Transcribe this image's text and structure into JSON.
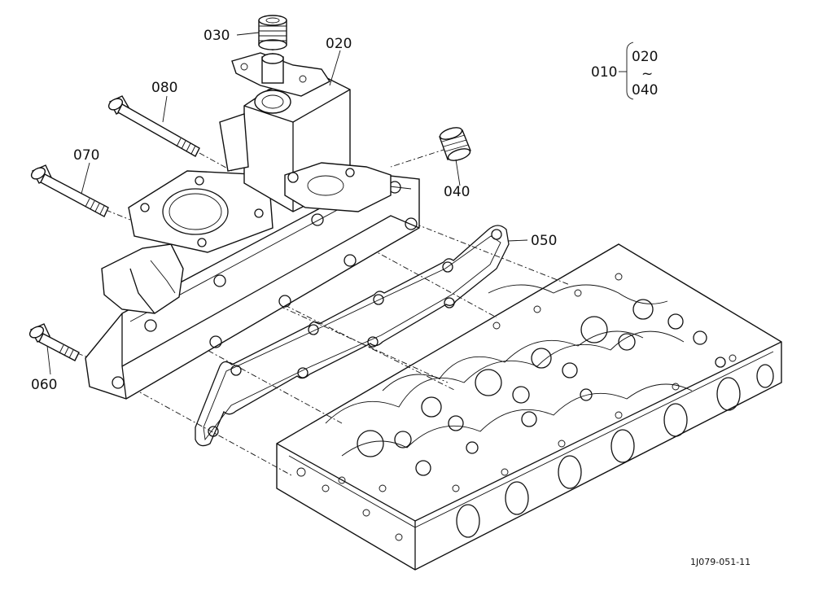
{
  "callouts": {
    "p010": "010",
    "p020": "020",
    "p030": "030",
    "p040": "040",
    "p050": "050",
    "p060": "060",
    "p070": "070",
    "p080": "080"
  },
  "assembly_range": {
    "parent": "010",
    "from": "020",
    "tilde": "~",
    "to": "040"
  },
  "drawing_code": "1J079-051-11"
}
